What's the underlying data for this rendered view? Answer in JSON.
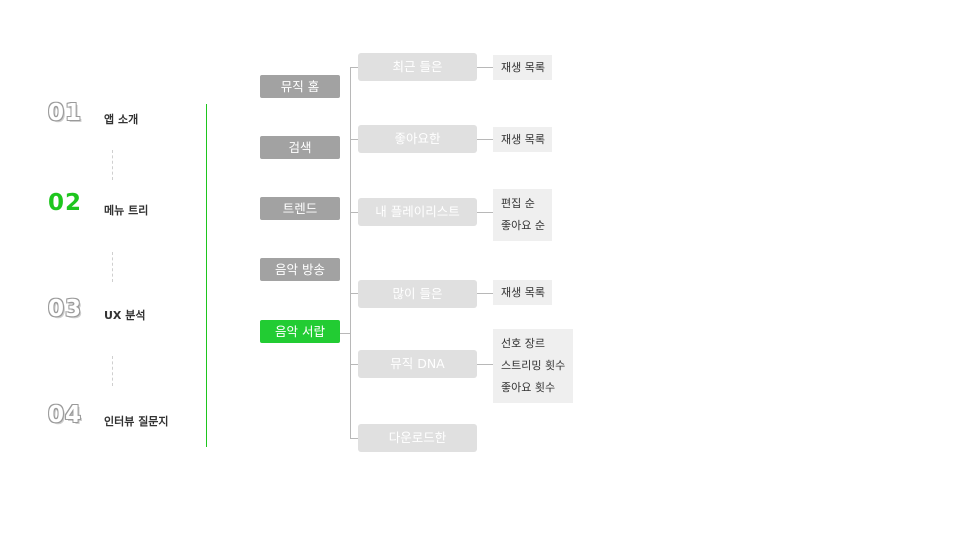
{
  "steps": [
    {
      "num": "01",
      "label": "앱 소개",
      "active": false
    },
    {
      "num": "02",
      "label": "메뉴 트리",
      "active": true
    },
    {
      "num": "03",
      "label": "UX 분석",
      "active": false
    },
    {
      "num": "04",
      "label": "인터뷰 질문지",
      "active": false
    }
  ],
  "menus": [
    "뮤직 홈",
    "검색",
    "트렌드",
    "음악 방송",
    "음악 서랍"
  ],
  "active_menu": "음악 서랍",
  "submenus": [
    "최근 들은",
    "좋아요한",
    "내 플레이리스트",
    "많이 들은",
    "뮤직 DNA",
    "다운로드한"
  ],
  "details": {
    "recent": [
      "재생 목록"
    ],
    "liked": [
      "재생 목록"
    ],
    "playlist": [
      "편집 순",
      "좋아요 순"
    ],
    "most_played": [
      "재생 목록"
    ],
    "dna": [
      "선호 장르",
      "스트리밍 횟수",
      "좋아요 횟수"
    ]
  },
  "colors": {
    "accent": "#1ec61e",
    "menu_inactive": "#a2a2a2",
    "menu_active": "#22cc33",
    "submenu": "#e0e0e0",
    "detail": "#efefef"
  }
}
